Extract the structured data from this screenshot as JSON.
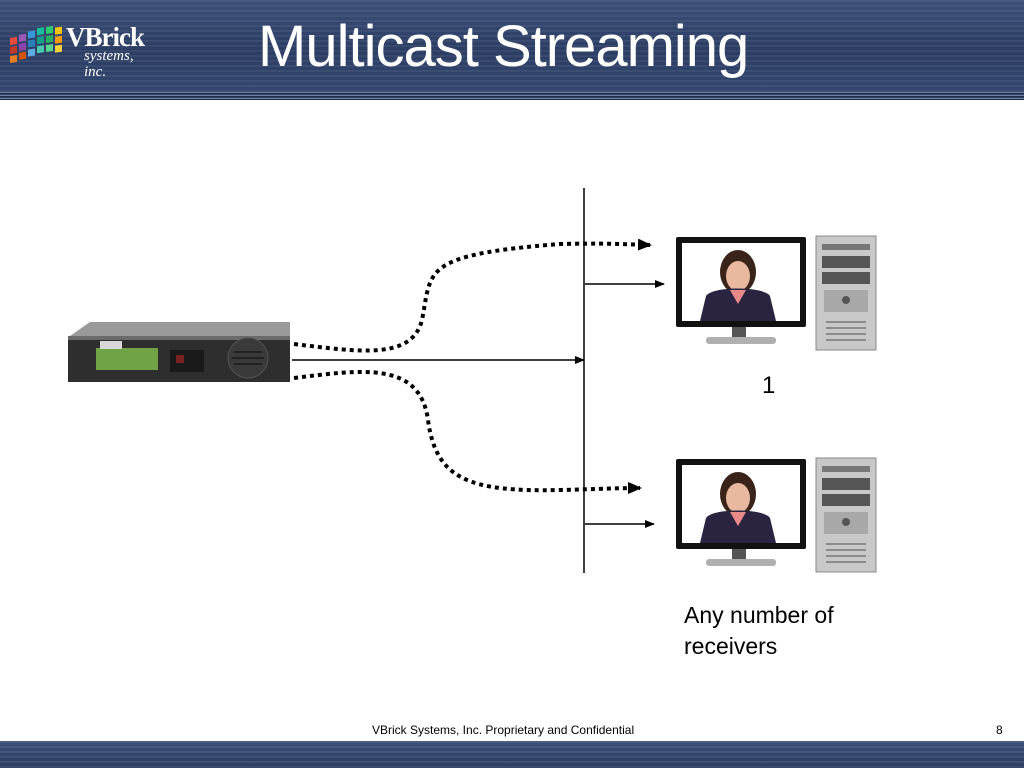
{
  "slide": {
    "title": "Multicast Streaming",
    "logo": {
      "brand": "VBrick",
      "sub": "systems, inc."
    },
    "footer": "VBrick Systems, Inc. Proprietary and Confidential",
    "page_number": "8"
  },
  "diagram": {
    "receiver_label_top": "1",
    "receiver_label_bottom": "Any number of receivers"
  },
  "colors": {
    "header_bg": "#2c3d63",
    "title_text": "#ffffff",
    "arrow": "#000000",
    "suit": "#2b2440",
    "skin": "#e8b9a0",
    "hair": "#3a2318"
  }
}
